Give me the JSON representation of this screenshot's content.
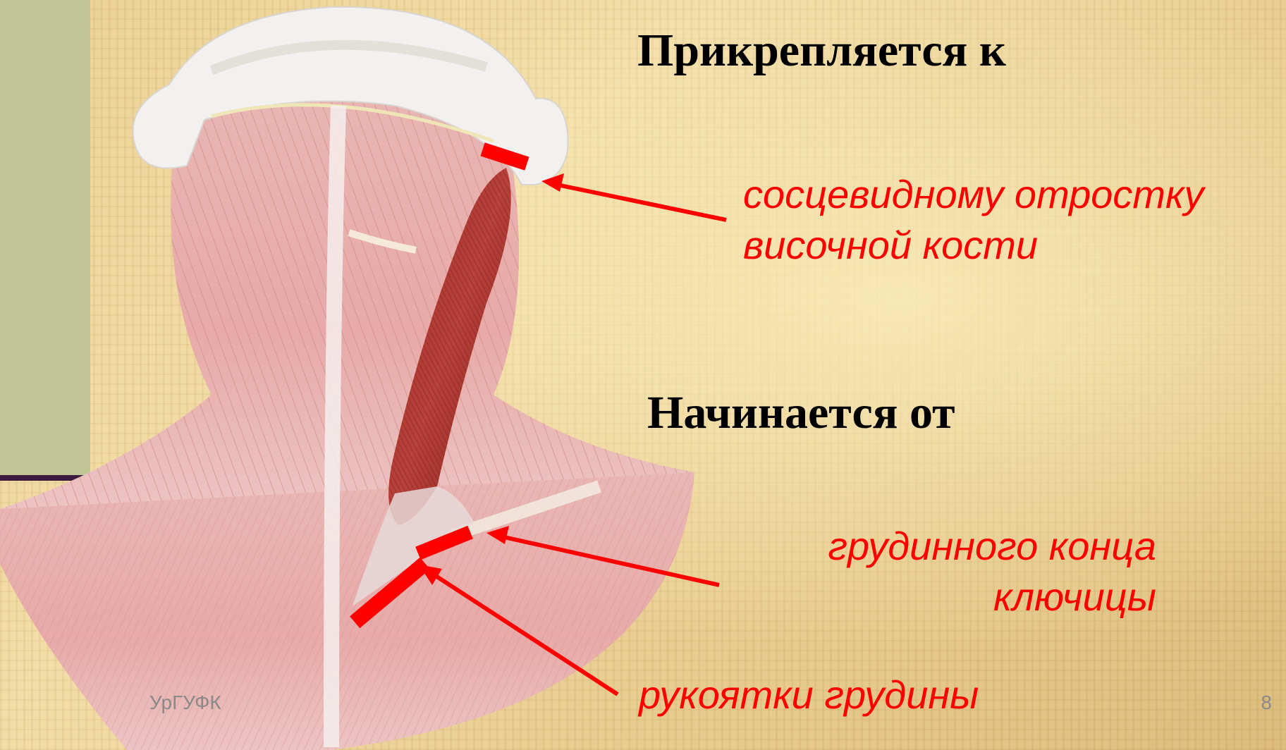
{
  "slide": {
    "heading_attach": "Прикрепляется к",
    "heading_origin": "Начинается от",
    "label_mastoid_line1": "сосцевидному отростку",
    "label_mastoid_line2": "височной кости",
    "label_clavicle_line1": "грудинного конца",
    "label_clavicle_line2": "ключицы",
    "label_sternum": "рукоятки грудины",
    "footer_org": "УрГУФК",
    "page_number": "8"
  },
  "colors": {
    "annotation_red": "#ff0000",
    "heading_black": "#000000",
    "side_panel": "#c2c595",
    "side_rule": "#3b1a3e"
  },
  "icons": {
    "illustration": "neck-muscles-anatomy",
    "arrows": "arrow-icon"
  }
}
